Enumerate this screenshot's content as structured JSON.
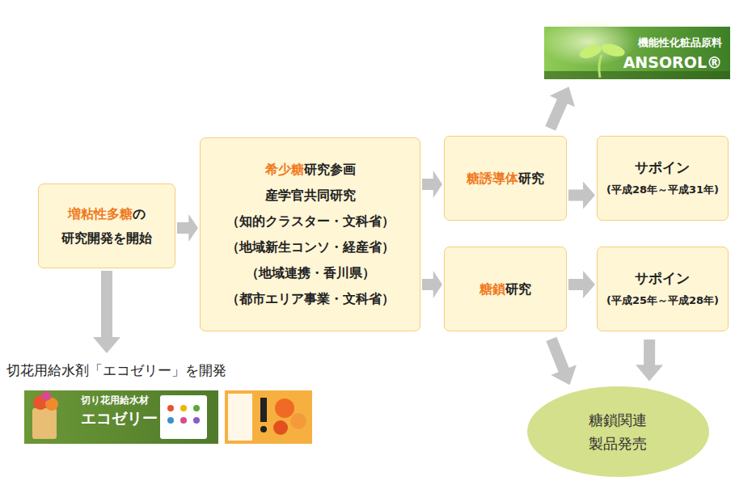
{
  "diagram": {
    "nodes": [
      {
        "text": [
          "増粘性多糖",
          "の",
          "研究開発を開始"
        ]
      },
      {
        "text": [
          "希少糖",
          "研究参画",
          "産学官共同研究",
          "（知的クラスター・文科省）",
          "（地域新生コンソ・経産省）",
          "（地域連携・香川県）",
          "（都市エリア事業・文科省）"
        ]
      },
      {
        "text": [
          "機能性化粧品原料",
          "ANSOROL®"
        ]
      },
      {
        "text": [
          "糖誘導体",
          "研究"
        ]
      },
      {
        "text": [
          "サポイン",
          "(平成28年～平成31年)"
        ]
      },
      {
        "text": [
          "糖鎖",
          "研究"
        ]
      },
      {
        "text": [
          "サポイン",
          "(平成25年～平成28年)"
        ]
      },
      {
        "text": [
          "糖鎖関連 製品発売"
        ]
      },
      {
        "text": [
          "切花用給水剤「エコゼリー」を開発",
          "切り花用給水材",
          "エコゼリー"
        ]
      }
    ],
    "edges": [
      {
        "from": 0,
        "to": 1,
        "arrow": "to"
      },
      {
        "from": 0,
        "to": 8,
        "arrow": "to"
      },
      {
        "from": 1,
        "to": 3,
        "arrow": "to"
      },
      {
        "from": 1,
        "to": 5,
        "arrow": "to"
      },
      {
        "from": 3,
        "to": 2,
        "arrow": "to"
      },
      {
        "from": 3,
        "to": 4,
        "arrow": "to"
      },
      {
        "from": 5,
        "to": 6,
        "arrow": "to"
      },
      {
        "from": 5,
        "to": 7,
        "arrow": "to"
      },
      {
        "from": 6,
        "to": 7,
        "arrow": "to"
      }
    ]
  }
}
